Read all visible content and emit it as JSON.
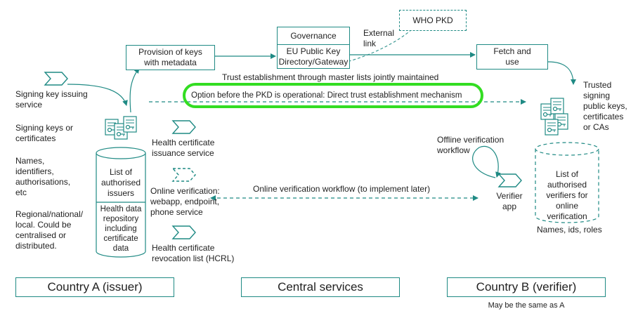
{
  "top": {
    "provision_line1": "Provision of keys",
    "provision_line2": "with metadata",
    "governance": "Governance",
    "eu_line1": "EU Public Key",
    "eu_line2": "Directory/Gateway",
    "external_line1": "External",
    "external_line2": "link",
    "who_pkd": "WHO PKD",
    "fetch_line1": "Fetch and",
    "fetch_line2": "use",
    "trust_master": "Trust establishment through master lists jointly maintained",
    "option_text": "Option before the PKD is operational: Direct trust establishment mechanism"
  },
  "left": {
    "signing_service_1": "Signing key issuing",
    "signing_service_2": "service",
    "signing_keys_1": "Signing keys or",
    "signing_keys_2": "certificates",
    "names_1": "Names,",
    "names_2": "identifiers,",
    "names_3": "authorisations,",
    "names_4": "etc",
    "regional_1": "Regional/national/",
    "regional_2": "local. Could be",
    "regional_3": "centralised or",
    "regional_4": "distributed.",
    "list_1": "List of",
    "list_2": "authorised",
    "list_3": "issuers",
    "repo_1": "Health data",
    "repo_2": "repository",
    "repo_3": "including",
    "repo_4": "certificate",
    "repo_5": "data"
  },
  "middle": {
    "issuance_1": "Health certificate",
    "issuance_2": "issuance service",
    "online_1": "Online verification:",
    "online_2": "webapp, endpoint,",
    "online_3": "phone service",
    "revocation_1": "Health certificate",
    "revocation_2": "revocation list (HCRL)",
    "online_workflow": "Online verification workflow (to implement later)"
  },
  "right": {
    "trusted_1": "Trusted",
    "trusted_2": "signing",
    "trusted_3": "public keys,",
    "trusted_4": "certificates",
    "trusted_5": "or CAs",
    "offline_1": "Offline verification",
    "offline_2": "workflow",
    "verifier_1": "Verifier",
    "verifier_2": "app",
    "verifiers_list_1": "List of authorised",
    "verifiers_list_2": "verifiers for",
    "verifiers_list_3": "online",
    "verifiers_list_4": "verification",
    "names_ids": "Names, ids, roles"
  },
  "footer": {
    "country_a": "Country A (issuer)",
    "central": "Central services",
    "country_b": "Country B (verifier)",
    "same_as_a": "May be the same as A"
  },
  "colors": {
    "teal": "#1f8a84",
    "highlight": "#33dd22"
  },
  "icons": [
    "chevron-arrow-icon",
    "certificate-icon"
  ]
}
